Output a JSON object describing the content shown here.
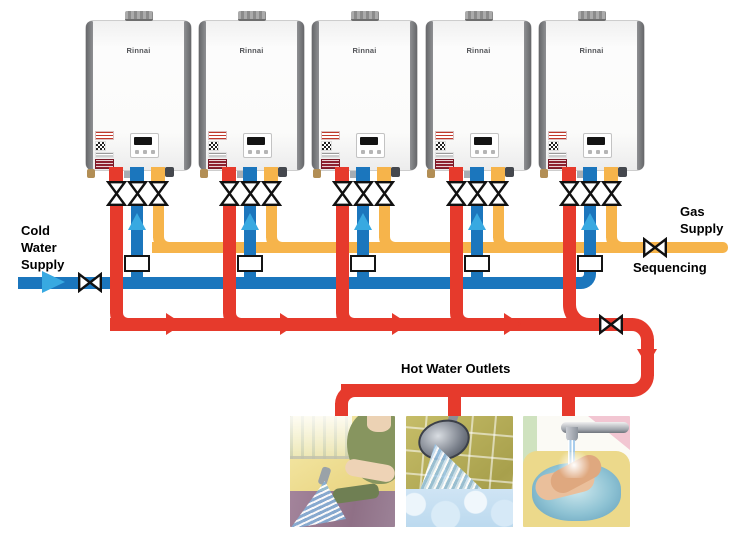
{
  "diagram": {
    "brand": "Rinnai",
    "heater_count": 5,
    "labels": {
      "cold_water_supply": [
        "Cold",
        "Water",
        "Supply"
      ],
      "gas_supply": [
        "Gas",
        "Supply"
      ],
      "sequencing": "Sequencing",
      "hot_water_outlets": "Hot Water Outlets"
    },
    "colors": {
      "hot_water": "#e63a2c",
      "cold_water": "#1b76bd",
      "cold_flow_arrow": "#38a9e1",
      "gas": "#f6b44b",
      "valve_outline": "#111111"
    },
    "outlets": [
      {
        "name": "dishwashing-sink"
      },
      {
        "name": "shower"
      },
      {
        "name": "hand-washing"
      }
    ]
  }
}
